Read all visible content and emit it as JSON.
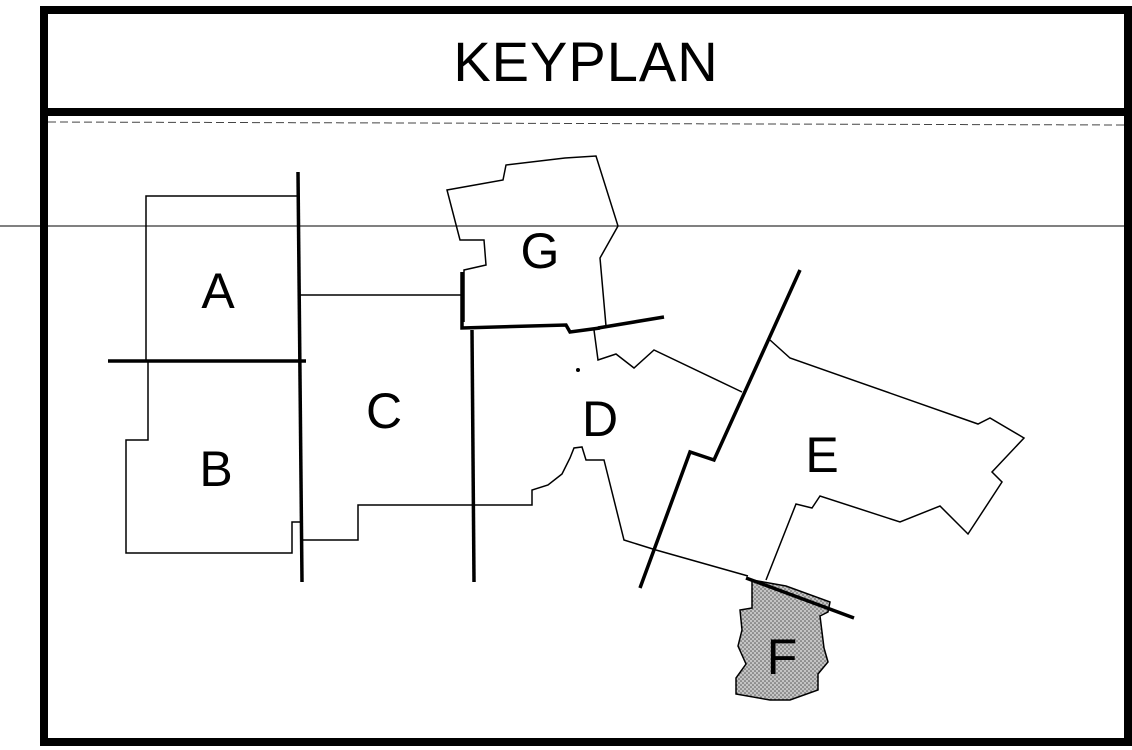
{
  "keyplan": {
    "title": "KEYPLAN",
    "zones": [
      {
        "id": "A",
        "label": "A",
        "highlighted": false
      },
      {
        "id": "B",
        "label": "B",
        "highlighted": false
      },
      {
        "id": "C",
        "label": "C",
        "highlighted": false
      },
      {
        "id": "D",
        "label": "D",
        "highlighted": false
      },
      {
        "id": "E",
        "label": "E",
        "highlighted": false
      },
      {
        "id": "F",
        "label": "F",
        "highlighted": true
      },
      {
        "id": "G",
        "label": "G",
        "highlighted": false
      }
    ],
    "colors": {
      "line": "#000000",
      "background": "#ffffff",
      "highlight_fill": "#a6a6a6"
    }
  }
}
